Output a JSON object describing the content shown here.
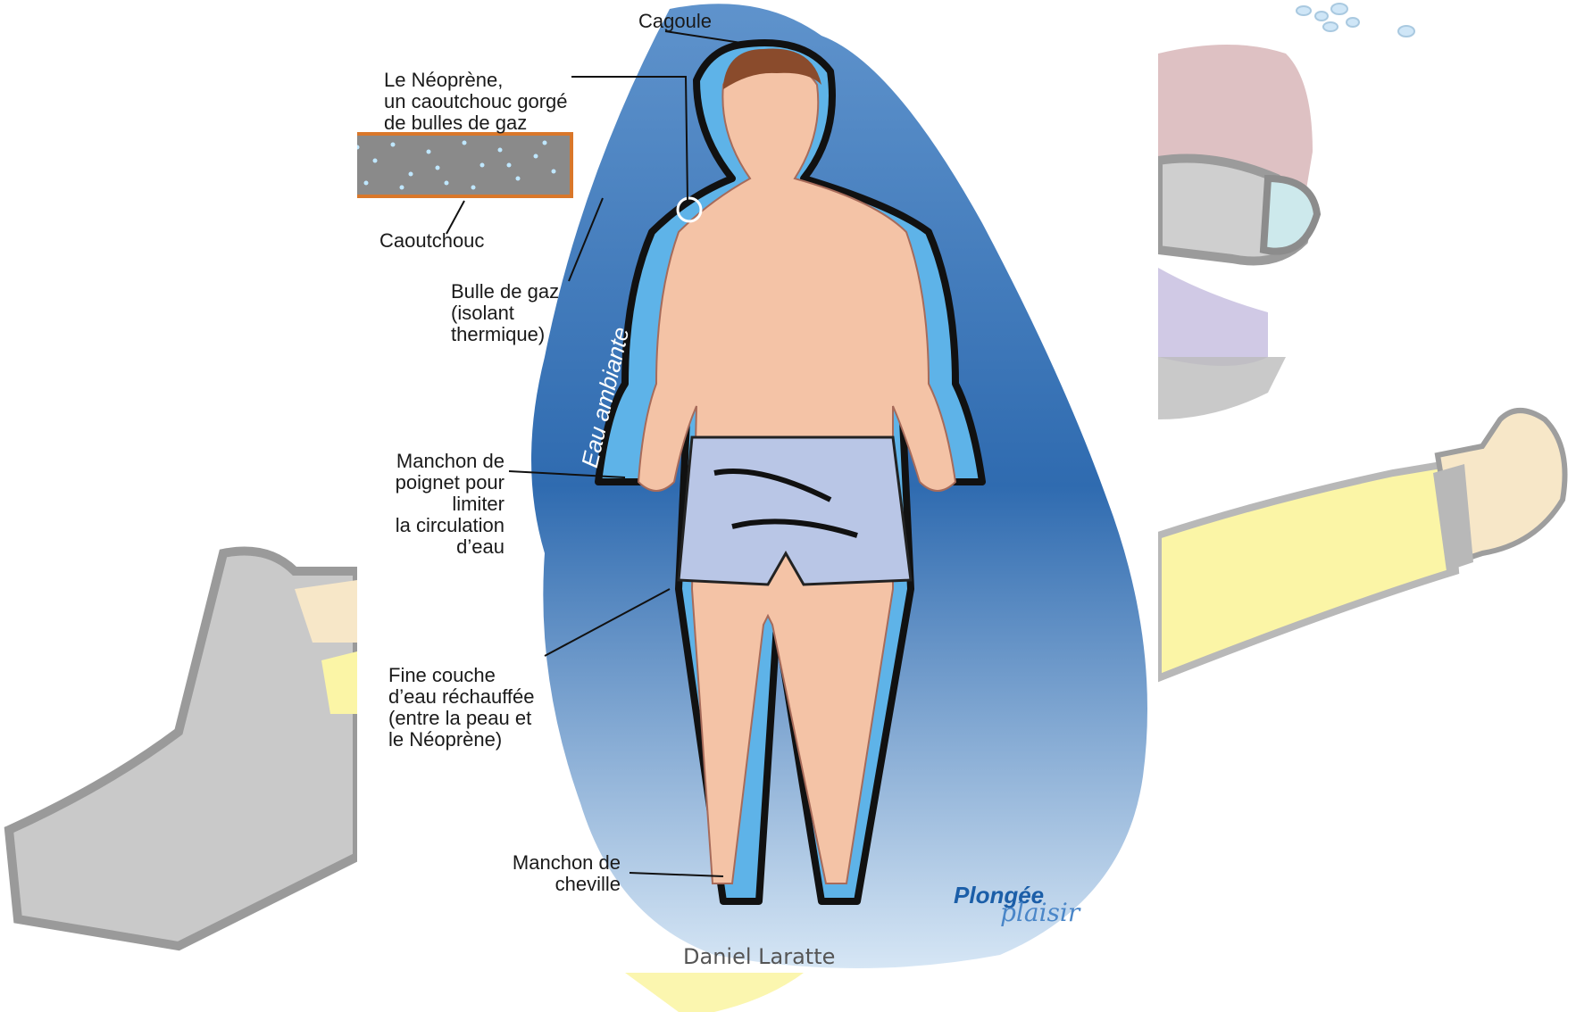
{
  "labels": {
    "cagoule": "Cagoule",
    "neoprene": "Le Néoprène,\nun caoutchouc gorgé\nde bulles de gaz",
    "caoutchouc": "Caoutchouc",
    "bulle": "Bulle de gaz\n(isolant\nthermique)",
    "eau_ambiante": "Eau ambiante",
    "manchon_poignet": "Manchon de\npoignet pour\nlimiter\nla circulation\nd’eau",
    "fine_couche": "Fine couche\nd’eau réchauffée\n(entre la peau et\nle Néoprène)",
    "manchon_cheville": "Manchon de\ncheville"
  },
  "brand": {
    "name": "Plongée",
    "sub": "plaisir"
  },
  "credit": "Daniel Laratte",
  "colors": {
    "water_dark": "#3e75b8",
    "water_light": "#cfe0f2",
    "skin": "#f4c3a6",
    "neoprene_stroke": "#111111",
    "inner_water": "#5eb3e8",
    "shorts": "#b9c6e6",
    "rubber_swatch": "#8a8a8a",
    "swatch_border": "#d9772a"
  }
}
